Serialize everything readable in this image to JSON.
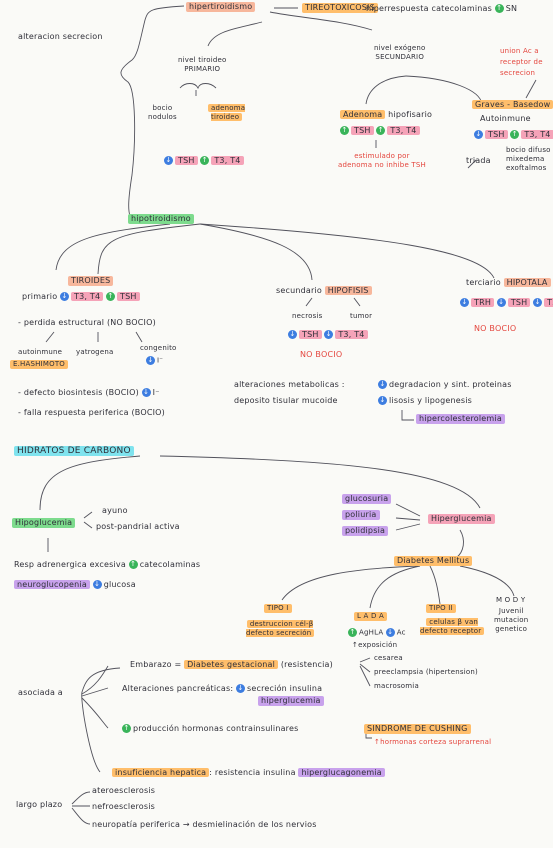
{
  "top": {
    "alteracion": "alteracion secrecion",
    "hiper": "hipertiroidismo",
    "tirecosis": "TIREOTOXICOSIS",
    "hiperresp": "hiperrespuesta catecolaminas",
    "hiperresp_val": "SN",
    "primario": "nivel tiroideo\nPRIMARIO",
    "bocio": "bocio\nnodulos",
    "adenoma": "adenoma\ntiroideo",
    "tsh1": "TSH",
    "t3t4_1": "T3, T4",
    "secundario": "nivel exógeno\nSECUNDARIO",
    "union": "union Ac a\nreceptor de\nsecrecion",
    "adenoma_hip": "Adenoma",
    "hipofisario": "hipofisario",
    "tsh2": "TSH",
    "t3t4_2": "T3, T4",
    "estimulado": "estimulado por\nadenoma no inhibe TSH",
    "graves": "Graves - Basedow",
    "autoinmune": "Autoinmune",
    "tsh3": "TSH",
    "t3t4_3": "T3, T4",
    "triada": "triada",
    "triada_items": "bocio difuso\nmixedema\nexoftalmos"
  },
  "hipo": {
    "title": "hipotiroidismo",
    "primario": "primario",
    "tiroides": "TIROIDES",
    "t3t4": "T3, T4",
    "tsh": "TSH",
    "perdida": "- perdida estructural (NO BOCIO)",
    "autoinmune": "autoinmune",
    "hashimoto": "E.HASHIMOTO",
    "yatrogena": "yatrogena",
    "congenito": "congenito",
    "iodo": "I⁻",
    "defecto": "- defecto biosintesis (BOCIO)",
    "defecto_i": "I⁻",
    "falla": "- falla respuesta periferica (BOCIO)",
    "secundario": "secundario",
    "hipofisis": "HIPOFISIS",
    "necrosis": "necrosis",
    "tumor": "tumor",
    "tsh2": "TSH",
    "t3t42": "T3, T4",
    "nobocio2": "NO BOCIO",
    "terciario": "terciario",
    "hipotala": "HIPOTALA",
    "trh": "TRH",
    "tsh3": "TSH",
    "t3t43": "T3, T",
    "nobocio3": "NO BOCIO",
    "alteraciones": "alteraciones metabolicas :",
    "degradacion": "degradacion y sint. proteinas",
    "deposito": "deposito tisular mucoide",
    "lisosis": "lisosis y lipogenesis",
    "hipercol": "hipercolesterolemia"
  },
  "hc": {
    "title": "HIDRATOS DE CARBONO",
    "hipoglu": "Hipoglucemia",
    "ayuno": "ayuno",
    "postprandial": "post-pandrial activa",
    "resp": "Resp adrenergica excesiva",
    "catecol": "catecolaminas",
    "neuro": "neuroglucopenia",
    "glucosa": "glucosa",
    "glucosuria": "glucosuria",
    "poliuria": "poliuria",
    "polidipsia": "polidipsia",
    "hiperglu": "Hiperglucemia",
    "diabetes": "Diabetes Mellitus",
    "tipo1": "TIPO I",
    "tipo1_desc": "destruccion cél-β\ndefecto secreción",
    "lada": "L A D A",
    "lada_desc": "AgHLA",
    "lada_ac": "Ac",
    "lada_exp": "exposición",
    "tipo2": "TIPO II",
    "tipo2_desc": "celulas β van\ndefecto receptor",
    "mody": "M O D Y",
    "mody_desc": "Juvenil\nmutacion\ngenetico",
    "asociada": "asociada a",
    "embarazo": "Embarazo",
    "diab_gest": "Diabetes gestacional",
    "resistencia": "(resistencia)",
    "cesarea": "cesarea",
    "preeclampsia": "preeclampsia (hipertension)",
    "macrosomia": "macrosomia",
    "alt_pancr": "Alteraciones pancreáticas:",
    "secrec": "secreción insulina",
    "hiperglucag": "hiperglucemia",
    "produccion": "producción hormonas contrainsulinares",
    "cushing": "SINDROME DE CUSHING",
    "hormonas": "hormonas corteza suprarrenal",
    "insuf": "insuficiencia hepatica",
    "resist": ": resistencia insulina",
    "hiperglucagonemia": "hiperglucagonemia",
    "largo": "largo plazo",
    "ateros": "ateroesclerosis",
    "nefro": "nefroesclerosis",
    "neuro2": "neuropatía periferica → desmielinación de los nervios"
  }
}
